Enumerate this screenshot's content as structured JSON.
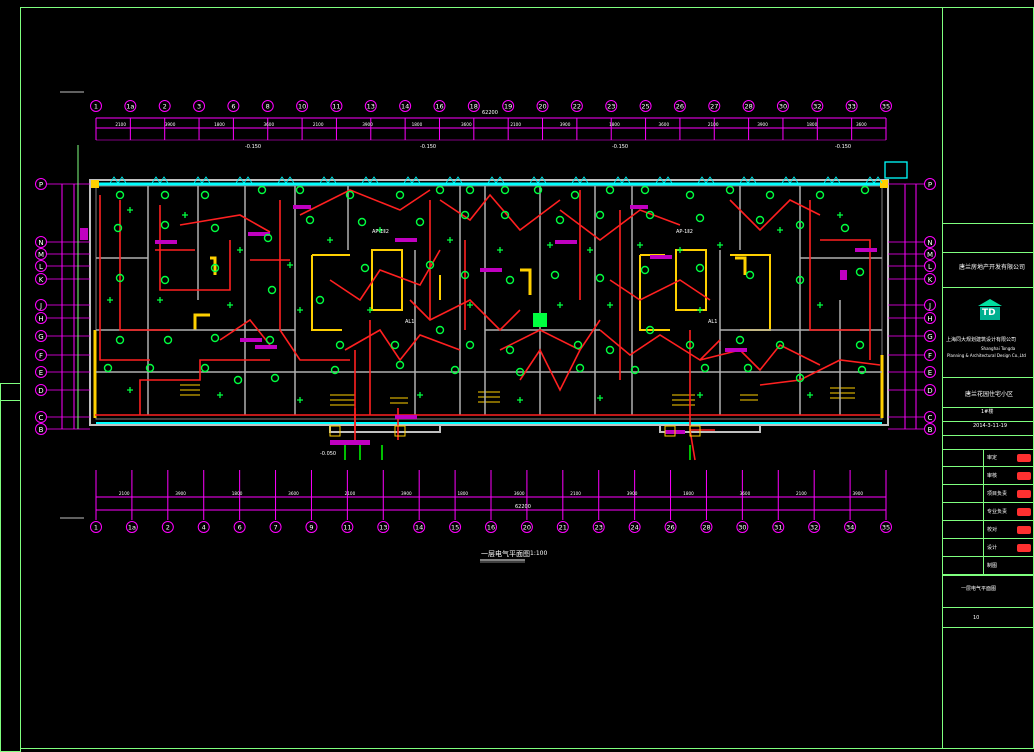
{
  "drawing": {
    "grid_top": [
      "1",
      "1a",
      "2",
      "3",
      "6",
      "8",
      "10",
      "11",
      "13",
      "14",
      "16",
      "18",
      "19",
      "20",
      "22",
      "23",
      "25",
      "26",
      "27",
      "28",
      "30",
      "32",
      "33",
      "35"
    ],
    "grid_bottom": [
      "1",
      "1a",
      "2",
      "4",
      "6",
      "7",
      "9",
      "11",
      "13",
      "14",
      "15",
      "16",
      "20",
      "21",
      "23",
      "24",
      "26",
      "28",
      "30",
      "31",
      "32",
      "34",
      "35"
    ],
    "axis_rows": [
      "P",
      "N",
      "M",
      "L",
      "K",
      "J",
      "H",
      "G",
      "F",
      "E",
      "D",
      "C",
      "B"
    ],
    "dims_top": [
      "2100",
      "3900",
      "1800",
      "3600",
      "2100",
      "3900",
      "1800",
      "3600",
      "2100",
      "3900",
      "1800",
      "3600",
      "2100",
      "3900",
      "1800",
      "3600"
    ],
    "dims_bottom": [
      "2100",
      "3900",
      "1800",
      "3600",
      "2100",
      "3900",
      "1800",
      "3600",
      "2100",
      "3900",
      "1800",
      "3600",
      "2100",
      "3900"
    ],
    "total_dim": "62200",
    "level_marks": [
      "-0.150",
      "-0.150",
      "-0.150",
      "-0.150",
      "-0.050"
    ],
    "plan_title": "一层电气平面图",
    "scale": "1:100",
    "panel_labels": [
      "AP-1Ⅱ2",
      "AP-1Ⅱ2",
      "AL1",
      "AL1"
    ]
  },
  "title_block": {
    "company": "唐兰房地产开发有限公司",
    "logo_text": "TD",
    "design_inst": "上海同大规划建筑设计有限公司",
    "design_inst_en1": "Shanghai Tongda",
    "design_inst_en2": "Planning & Architectural Design Co.,Ltd",
    "project": "唐兰花园住宅小区",
    "building": "1#楼",
    "date": "2014-3-11-19",
    "roles": [
      "审定",
      "审核",
      "项目负责",
      "专业负责",
      "校对",
      "设计",
      "制图"
    ],
    "sheet_name": "一层电气平面图",
    "sheet_no": "10"
  },
  "colors": {
    "frame": "#7fff7f",
    "grid": "#ff00ff",
    "wire": "#ff2020",
    "device": "#00ff40",
    "wall": "#c0c0c0",
    "window": "#00ffff",
    "stair": "#ffd000",
    "tag": "#c000c0"
  }
}
